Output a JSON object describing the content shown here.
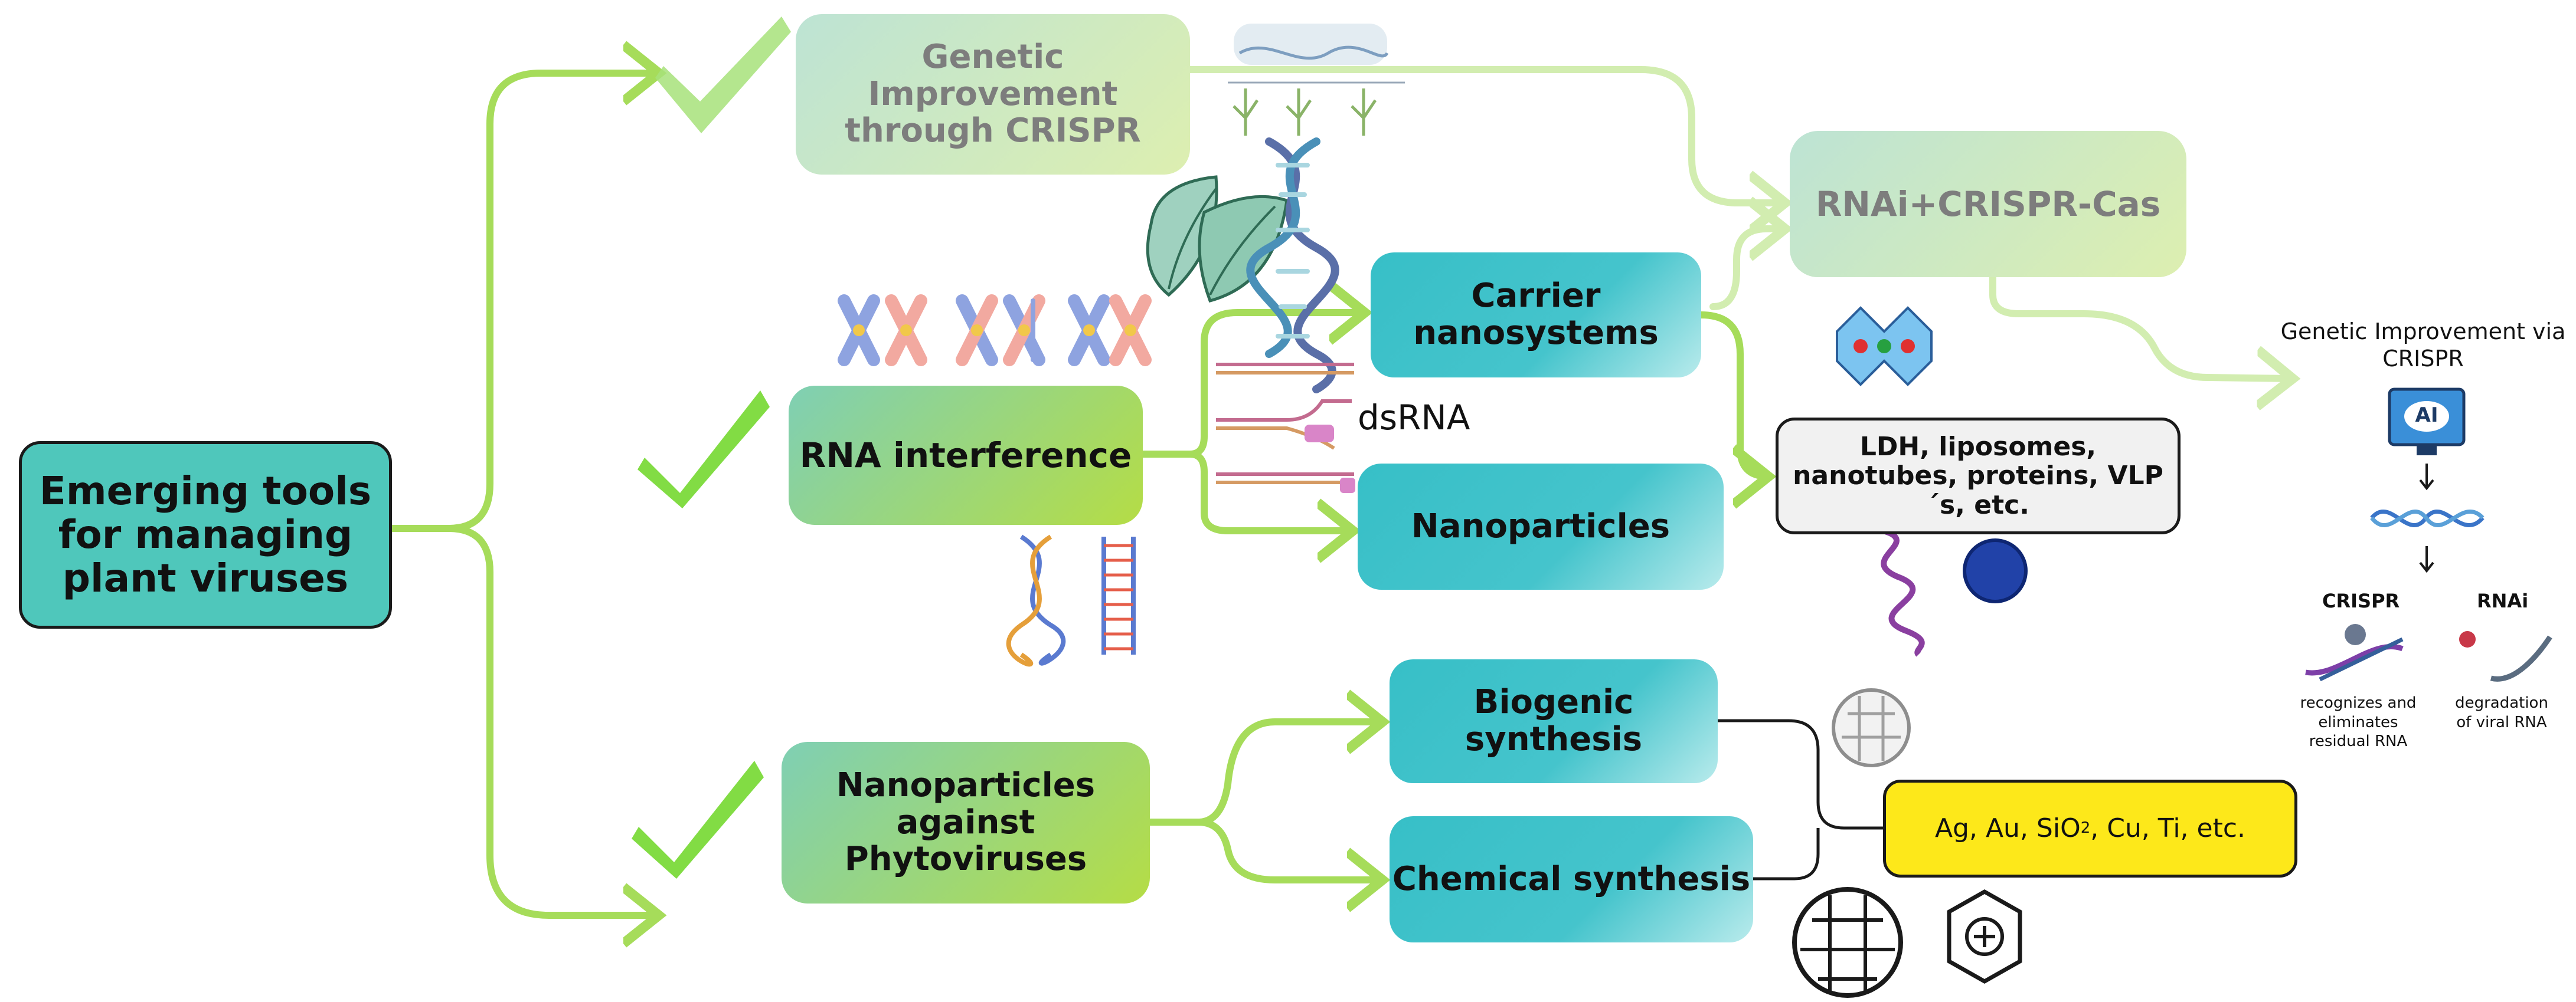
{
  "nodes": {
    "root": "Emerging tools for managing plant viruses",
    "genetic_crispr": "Genetic Improvement through CRISPR",
    "rna_interference": "RNA interference",
    "nanoparticles_phyto": "Nanoparticles against Phytoviruses",
    "rnai_crispr_cas": "RNAi+CRISPR-Cas",
    "carrier_nanosystems": "Carrier nanosystems",
    "nanoparticles": "Nanoparticles",
    "biogenic_synthesis": "Biogenic synthesis",
    "chemical_synthesis": "Chemical synthesis",
    "ldh_list": "LDH, liposomes, nanotubes, proteins, VLP´s, etc.",
    "metals_prefix": "Ag, Au, SiO",
    "metals_sup": "2",
    "metals_suffix": ", Cu, Ti, etc."
  },
  "labels": {
    "dsrna": "dsRNA",
    "ai_panel_title": "Genetic Improvement via CRISPR",
    "ai_badge": "AI",
    "crispr_head": "CRISPR",
    "rnai_head": "RNAi",
    "crispr_caption": "recognizes and eliminates residual RNA",
    "rnai_caption": "degradation of viral RNA"
  },
  "colors": {
    "connector_green": "#a6dc5a",
    "connector_pale": "#d2edb0",
    "check_green": "#82dc44",
    "root_fill": "#4fc7bb",
    "metals_fill": "#fde81a"
  }
}
